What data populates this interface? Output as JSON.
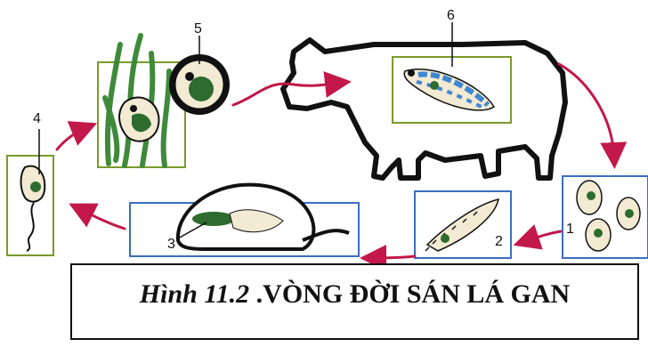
{
  "labels": {
    "stage1": "1",
    "stage2": "2",
    "stage3": "3",
    "stage4": "4",
    "stage5": "5",
    "stage6": "6"
  },
  "caption": {
    "figure": "Hình 11.2",
    "separator": " .",
    "text": "VÒNG ĐỜI SÁN LÁ GAN"
  },
  "colors": {
    "arrow": "#c2184a",
    "frame_green": "#7a9a2a",
    "frame_blue": "#3a6ec0",
    "outline": "#111111",
    "plant": "#3f8a3a",
    "parasite_blue": "#3f86d4",
    "cell_fill": "#f2ead2",
    "nucleus": "#2e6b2e"
  }
}
